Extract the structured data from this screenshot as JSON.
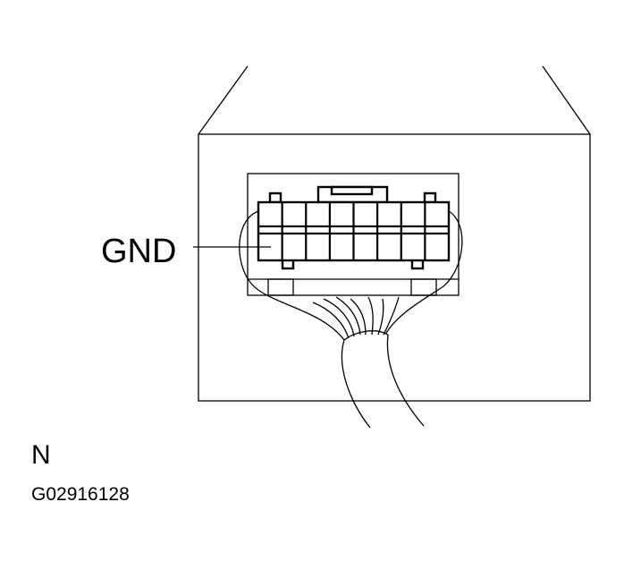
{
  "diagram": {
    "pin_label": "GND",
    "view_letter": "N",
    "figure_code": "G02916128"
  },
  "colors": {
    "line": "#000000",
    "background": "#ffffff"
  }
}
